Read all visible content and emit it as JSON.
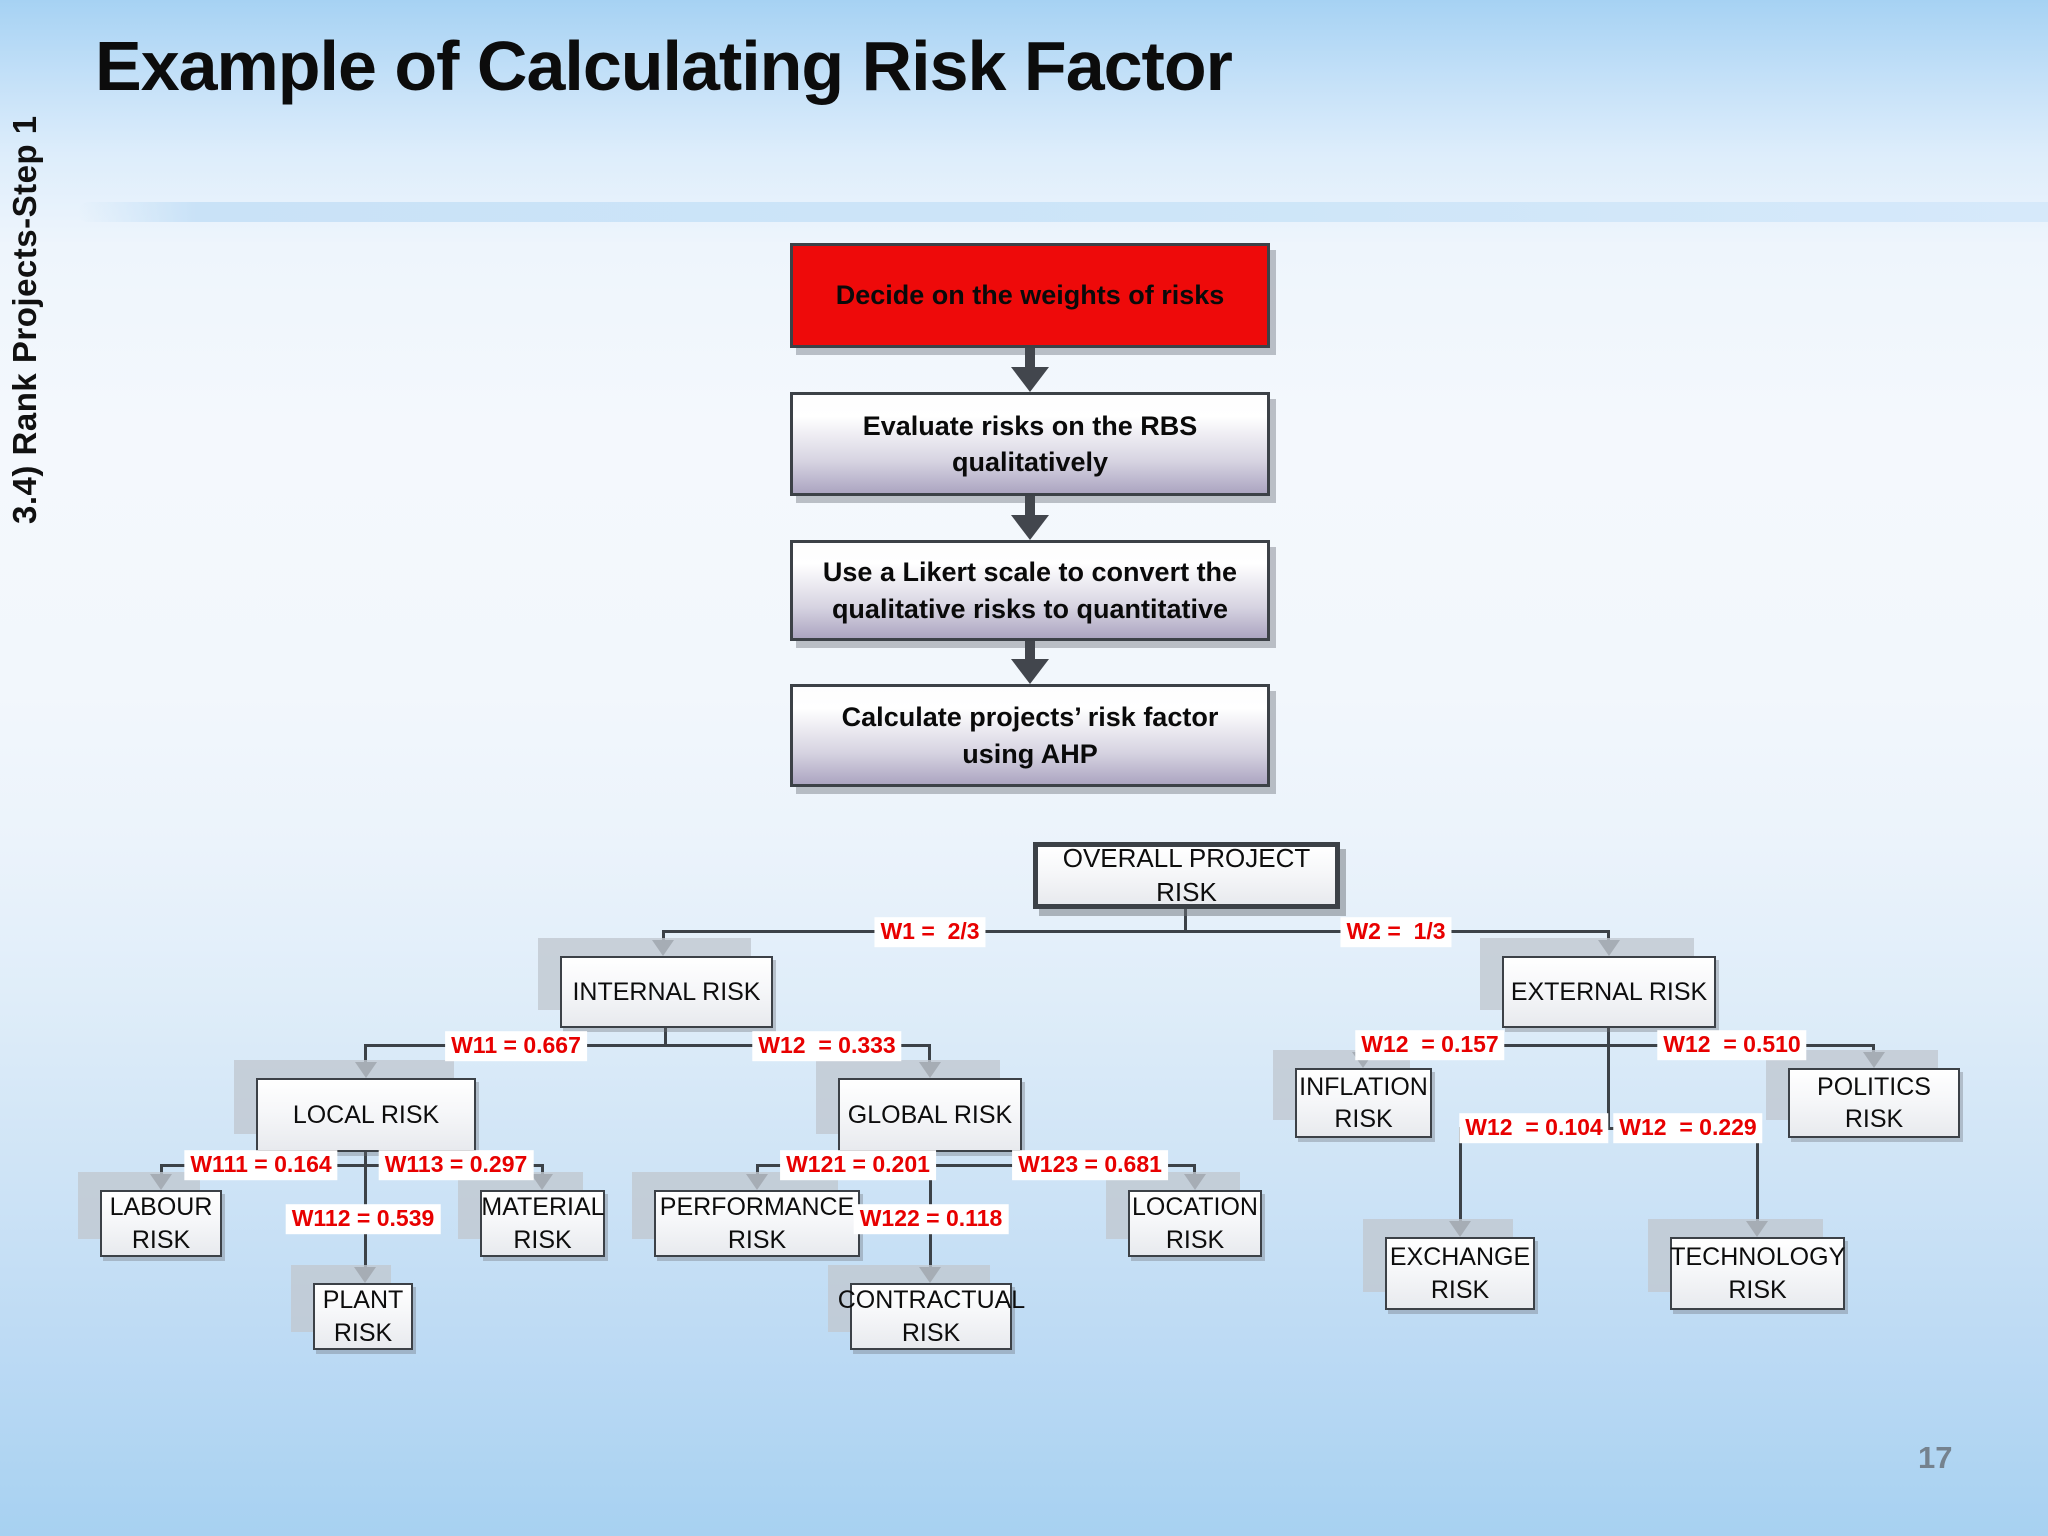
{
  "slide": {
    "sidebar_label": "3.4) Rank Projects-Step 1",
    "title": "Example of Calculating Risk Factor",
    "page_number": "17"
  },
  "colors": {
    "highlight_red": "#ee0a0a",
    "weight_label_red": "#e80000",
    "connector_gray": "#3c4248",
    "page_number_gray": "#75828e"
  },
  "flowchart": {
    "steps": [
      {
        "label": "Decide on the weights of risks",
        "highlighted": true
      },
      {
        "label": "Evaluate risks on the RBS qualitatively",
        "highlighted": false
      },
      {
        "label": "Use a Likert scale to convert the qualitative risks to quantitative",
        "highlighted": false
      },
      {
        "label": "Calculate projects’ risk factor using AHP",
        "highlighted": false
      }
    ]
  },
  "tree": {
    "nodes": {
      "overall": {
        "label": "OVERALL PROJECT RISK"
      },
      "internal": {
        "label": "INTERNAL RISK"
      },
      "external": {
        "label": "EXTERNAL RISK"
      },
      "local": {
        "label": "LOCAL RISK"
      },
      "global": {
        "label": "GLOBAL RISK"
      },
      "labour": {
        "label": "LABOUR RISK"
      },
      "plant": {
        "label": "PLANT RISK"
      },
      "material": {
        "label": "MATERIAL RISK"
      },
      "performance": {
        "label": "PERFORMANCE RISK"
      },
      "contractual": {
        "label": "CONTRACTUAL RISK"
      },
      "location": {
        "label": "LOCATION RISK"
      },
      "inflation": {
        "label": "INFLATION RISK"
      },
      "politics": {
        "label": "POLITICS RISK"
      },
      "exchange": {
        "label": "EXCHANGE RISK"
      },
      "technology": {
        "label": "TECHNOLOGY RISK"
      }
    },
    "weights": {
      "w1": {
        "text": "W1 =  2/3"
      },
      "w2": {
        "text": "W2 =  1/3"
      },
      "w11": {
        "text": "W11 = 0.667"
      },
      "w12_internal": {
        "text": "W12  = 0.333"
      },
      "w111": {
        "text": "W111 = 0.164"
      },
      "w112": {
        "text": "W112 = 0.539"
      },
      "w113": {
        "text": "W113 = 0.297"
      },
      "w121": {
        "text": "W121 = 0.201"
      },
      "w122": {
        "text": "W122 = 0.118"
      },
      "w123": {
        "text": "W123 = 0.681"
      },
      "w12_inflation": {
        "text": "W12  = 0.157"
      },
      "w12_politics": {
        "text": "W12  = 0.510"
      },
      "w12_exchange": {
        "text": "W12  = 0.104"
      },
      "w12_technology": {
        "text": "W12  = 0.229"
      }
    }
  }
}
